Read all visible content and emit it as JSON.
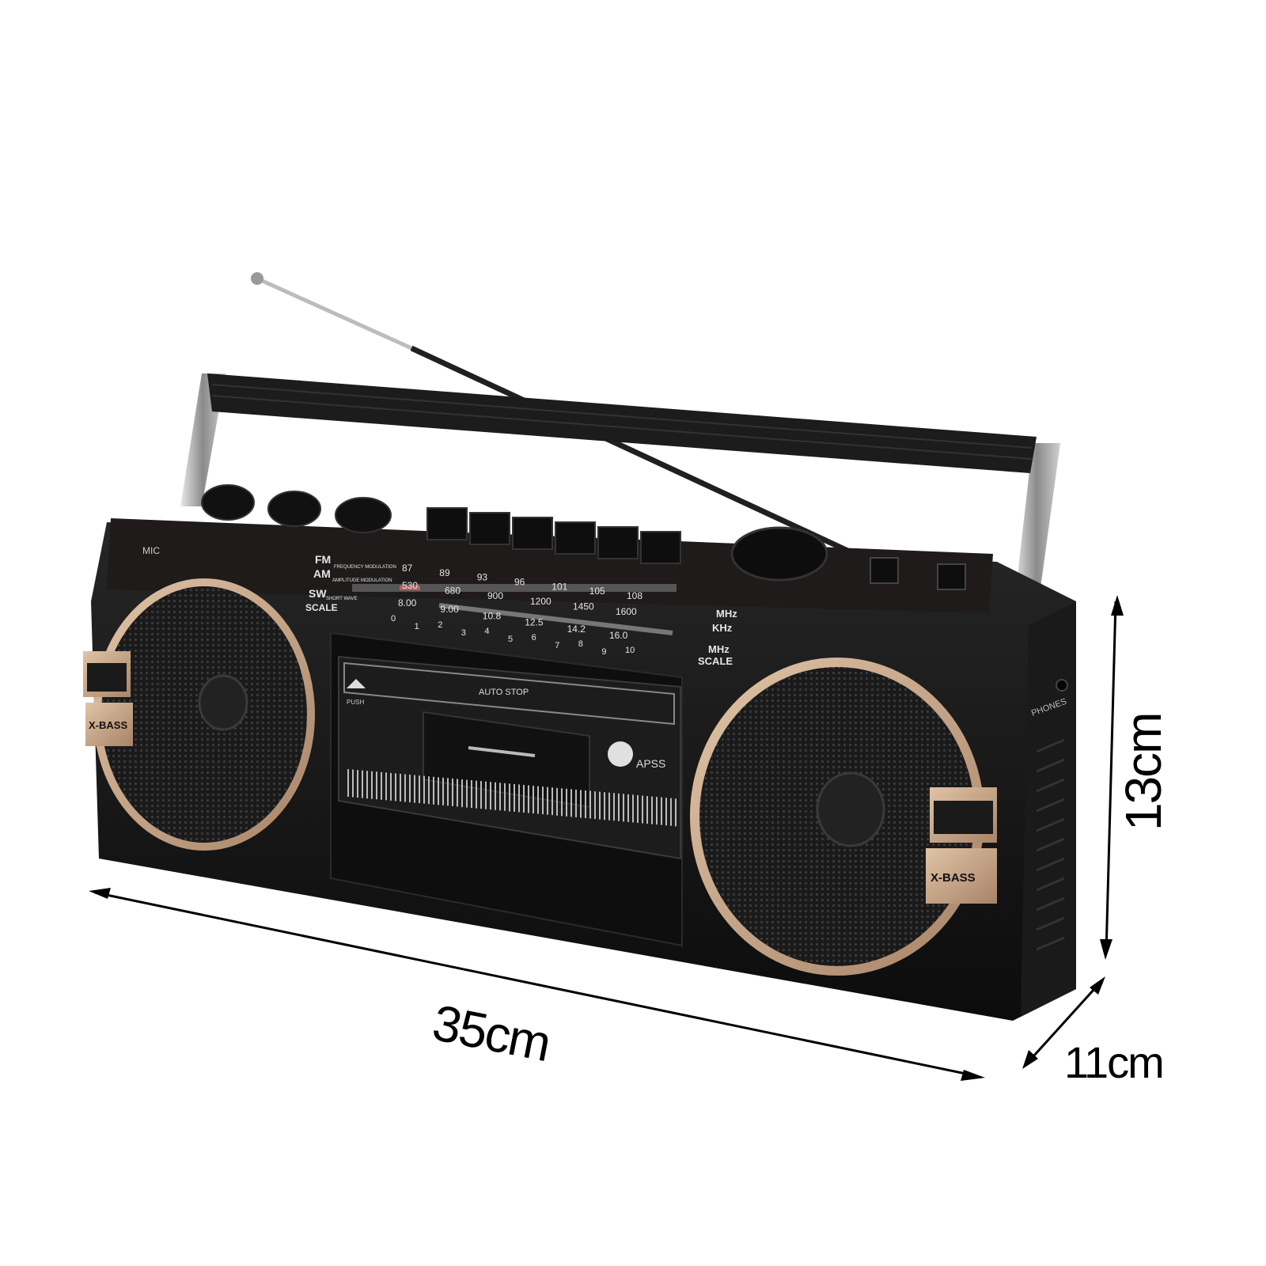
{
  "dimensions": {
    "width_label": "35cm",
    "height_label": "13cm",
    "depth_label": "11cm"
  },
  "radio": {
    "mic_label": "MIC",
    "band_fm": "FM",
    "band_fm_desc": "FREQUENCY MODULATION",
    "band_am": "AM",
    "band_am_desc": "AMPLITUDE MODULATION",
    "band_sw": "SW",
    "band_sw_desc": "SHORT WAVE",
    "scale_label": "SCALE",
    "fm_scale": [
      "87",
      "89",
      "93",
      "96",
      "101",
      "105",
      "108"
    ],
    "am_scale": [
      "530",
      "680",
      "900",
      "1200",
      "1450",
      "1600"
    ],
    "sw_scale": [
      "8.00",
      "9.00",
      "10.8",
      "12.5",
      "14.2",
      "16.0"
    ],
    "num_scale": [
      "0",
      "1",
      "2",
      "3",
      "4",
      "5",
      "6",
      "7",
      "8",
      "9",
      "10"
    ],
    "unit_mhz": "MHz",
    "unit_khz": "KHz",
    "unit_mhz_2": "MHz",
    "unit_scale": "SCALE",
    "cassette_push": "PUSH",
    "cassette_autostop": "AUTO STOP",
    "apss_label": "APSS",
    "xbass_left": "X-BASS",
    "xbass_right": "X-BASS",
    "phones_label": "PHONES"
  },
  "colors": {
    "body": "#141414",
    "accent_rose_gold": "#c9a78a",
    "chrome": "#b8b8b8",
    "dial_text": "#e6e6e6"
  }
}
